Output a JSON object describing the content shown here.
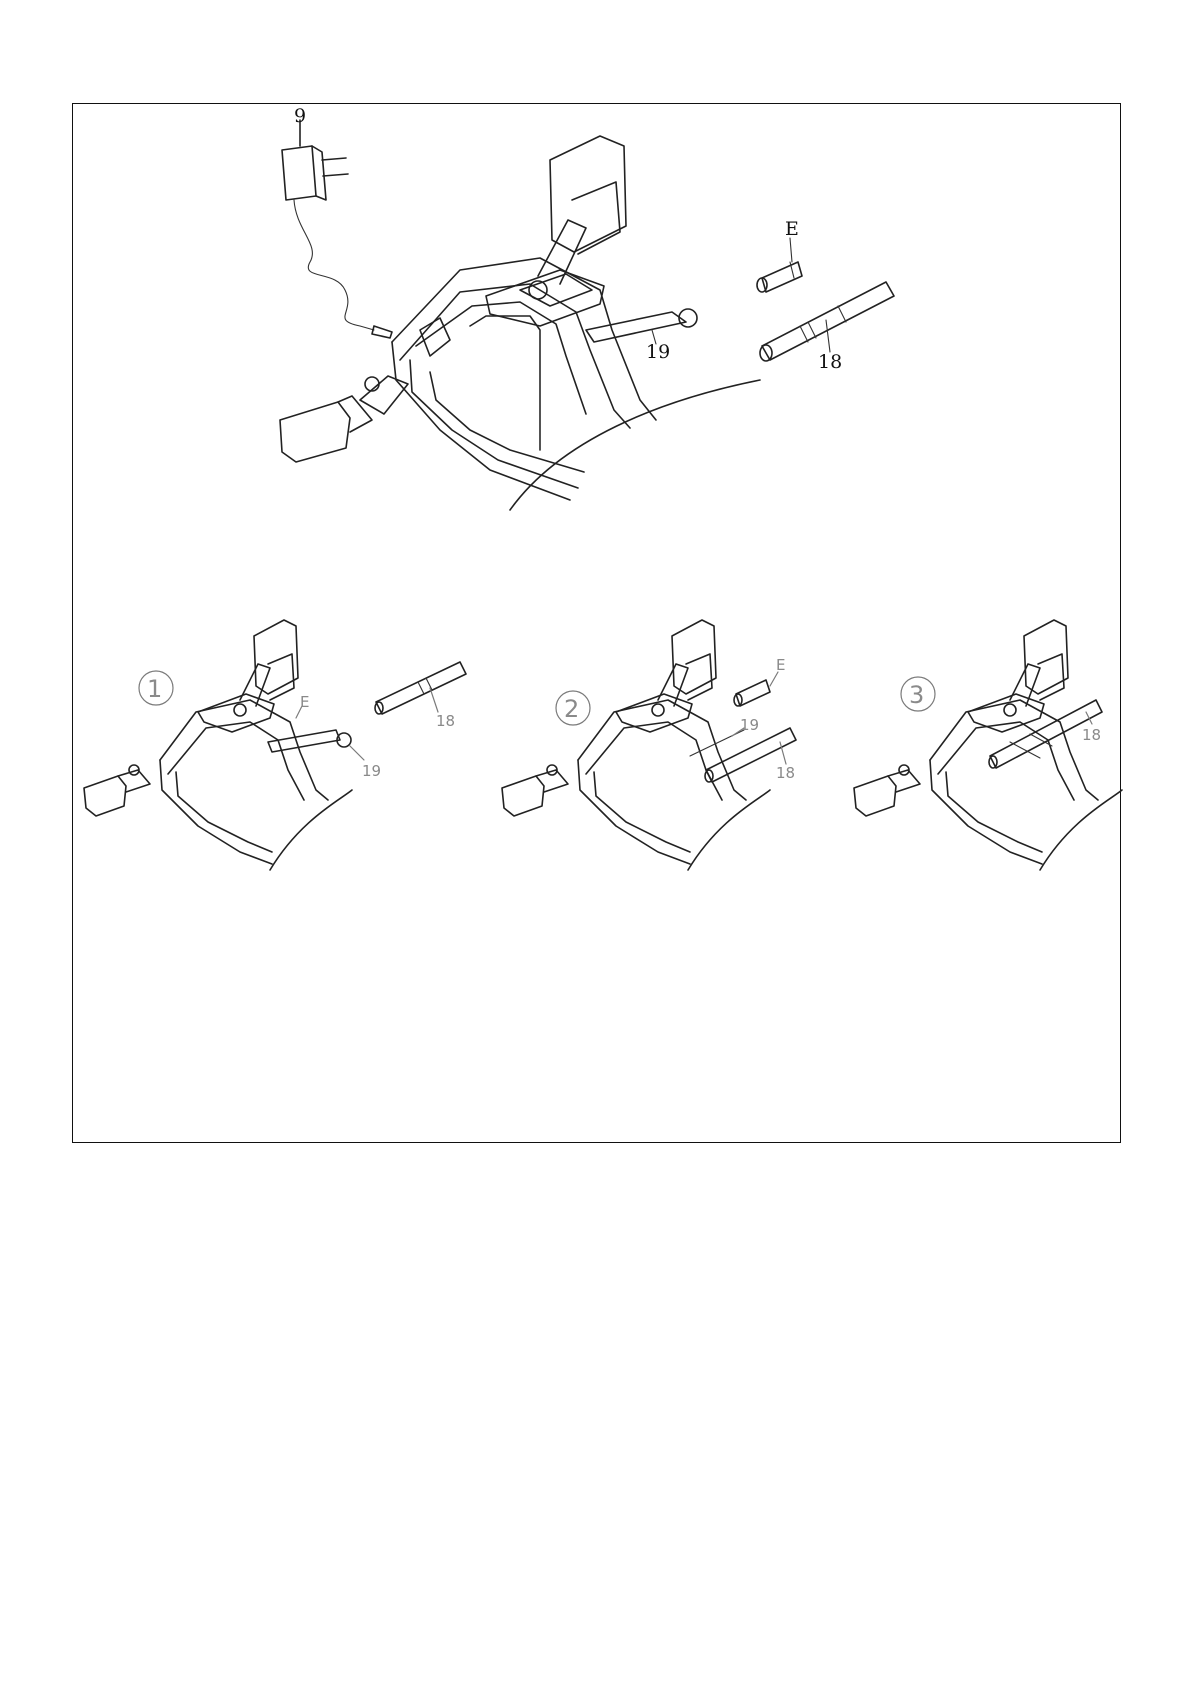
{
  "main_figure": {
    "labels": {
      "adapter": "9",
      "end_cap": "E",
      "cable": "19",
      "handlebar": "18"
    }
  },
  "steps": [
    {
      "number": "1",
      "labels": {
        "end_cap": "E",
        "cable": "19",
        "handlebar": "18"
      }
    },
    {
      "number": "2",
      "labels": {
        "end_cap": "E",
        "cable": "19",
        "handlebar": "18"
      }
    },
    {
      "number": "3",
      "labels": {
        "handlebar": "18"
      }
    }
  ]
}
